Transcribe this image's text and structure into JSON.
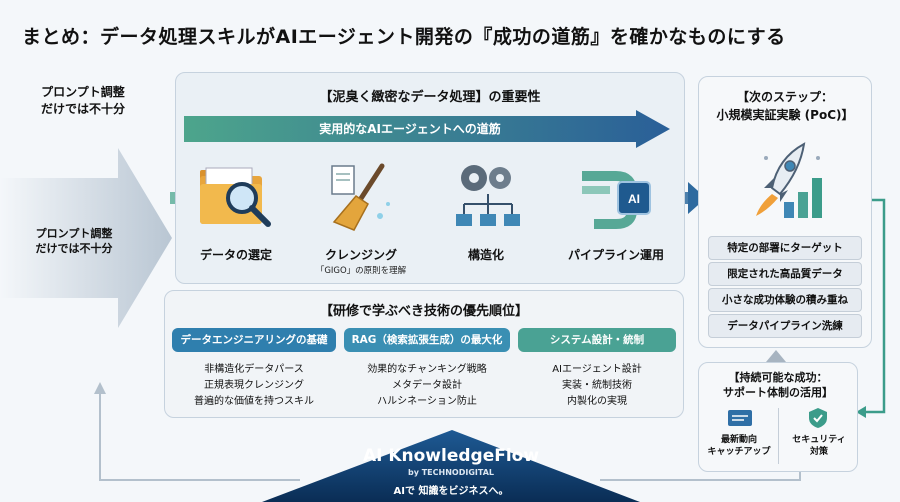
{
  "title": "まとめ：データ処理スキルがAIエージェント開発の『成功の道筋』を確かなものにする",
  "left_note_top": [
    "プロンプト調整",
    "だけでは不十分"
  ],
  "left_note_arrow": [
    "プロンプト調整",
    "だけでは不十分"
  ],
  "top_section": {
    "title": "【泥臭く緻密なデータ処理】の重要性",
    "banner": "実用的なAIエージェントへの道筋",
    "steps": [
      {
        "label": "データの選定",
        "sub": "",
        "icon": "folder-magnifier-icon"
      },
      {
        "label": "クレンジング",
        "sub": "「GIGO」の原則を理解",
        "icon": "broom-icon"
      },
      {
        "label": "構造化",
        "sub": "",
        "icon": "gears-network-icon"
      },
      {
        "label": "パイプライン運用",
        "sub": "",
        "icon": "ai-pipeline-icon"
      }
    ]
  },
  "training_section": {
    "title": "【研修で学ぶべき技術の優先順位】",
    "columns": [
      {
        "heading": "データエンジニアリングの基礎",
        "color": "#2f7fae",
        "items": [
          "非構造化データパース",
          "正規表現クレンジング",
          "普遍的な価値を持つスキル"
        ]
      },
      {
        "heading": "RAG（検索拡張生成）の最大化",
        "color": "#3a8fb3",
        "items": [
          "効果的なチャンキング戦略",
          "メタデータ設計",
          "ハルシネーション防止"
        ]
      },
      {
        "heading": "システム設計・統制",
        "color": "#4aa294",
        "items": [
          "AIエージェント設計",
          "実装・統制技術",
          "内製化の実現"
        ]
      }
    ]
  },
  "next_step": {
    "title": [
      "【次のステップ：",
      "小規模実証実験 (PoC)】"
    ],
    "items": [
      "特定の部署にターゲット",
      "限定された高品質データ",
      "小さな成功体験の積み重ね",
      "データパイプライン洗練"
    ]
  },
  "sustain": {
    "title": [
      "【持続可能な成功：",
      "サポート体制の活用】"
    ],
    "items": [
      [
        "最新動向",
        "キャッチアップ"
      ],
      [
        "セキュリティ",
        "対策"
      ]
    ]
  },
  "brand": {
    "name": "AI KnowledgeFlow",
    "by": "by TECHNODIGITAL",
    "tagline": "AIで 知識をビジネスへ。"
  },
  "colors": {
    "navy": "#0f3a66",
    "teal": "#3b9c8a",
    "blue": "#2f6fa6"
  }
}
